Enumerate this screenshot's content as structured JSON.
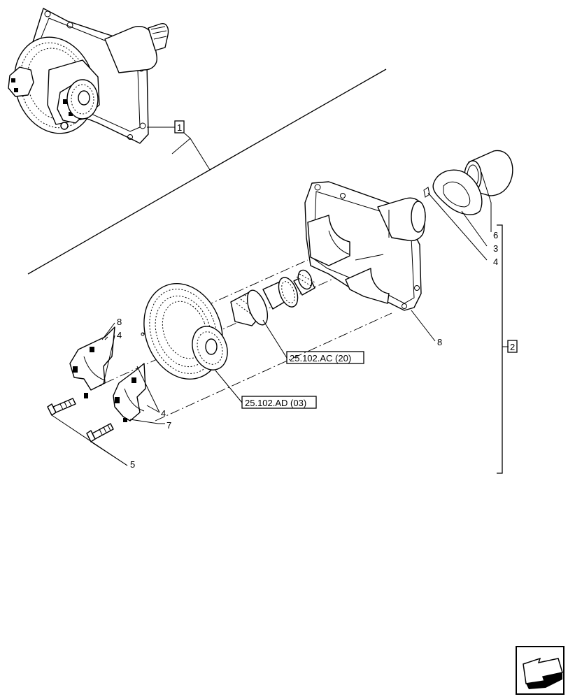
{
  "labels": {
    "callout_1": "1",
    "callout_2": "2",
    "item_6": "6",
    "item_3": "3",
    "item_4_right": "4",
    "item_8_housing": "8",
    "item_8_left": "8",
    "item_4_left": "4",
    "item_4_cap": "4",
    "item_7": "7",
    "item_5": "5"
  },
  "references": {
    "ref_ac": "25.102.AC (20)",
    "ref_ad": "25.102.AD (03)"
  },
  "nav": {
    "icon": "arrow-navigation-icon"
  }
}
